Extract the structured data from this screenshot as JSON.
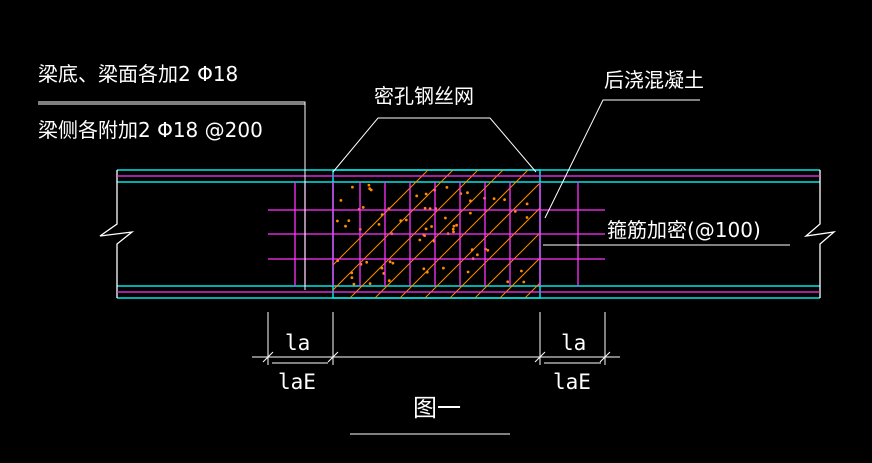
{
  "labels": {
    "note_line1": "梁底、梁面各加2 Φ18",
    "note_line2": "梁侧各附加2 Φ18 @200",
    "mesh": "密孔钢丝网",
    "concrete": "后浇混凝土",
    "stirrups": "箍筋加密(@100)",
    "figure_title": "图一"
  },
  "dimensions": {
    "left_top": "la",
    "left_bottom": "laE",
    "right_top": "la",
    "right_bottom": "laE"
  },
  "colors": {
    "background": "#000000",
    "beam_outline": "#00e5e5",
    "rebar": "#ff33ff",
    "hatch": "#ff8c00",
    "text": "#ffffff"
  }
}
